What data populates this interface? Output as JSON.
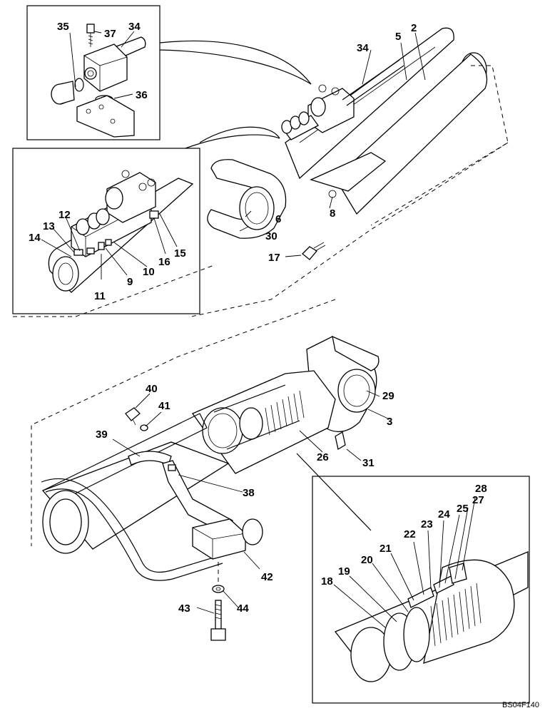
{
  "drawing_code": "BS04F140",
  "callouts": {
    "c2": "2",
    "c3": "3",
    "c5": "5",
    "c6": "6",
    "c8": "8",
    "c9": "9",
    "c10": "10",
    "c11": "11",
    "c12": "12",
    "c13": "13",
    "c14": "14",
    "c15": "15",
    "c16": "16",
    "c17": "17",
    "c18": "18",
    "c19": "19",
    "c20": "20",
    "c21": "21",
    "c22": "22",
    "c23": "23",
    "c24": "24",
    "c25": "25",
    "c26": "26",
    "c27": "27",
    "c28": "28",
    "c29": "29",
    "c30": "30",
    "c31": "31",
    "c34a": "34",
    "c34b": "34",
    "c35": "35",
    "c36": "36",
    "c37": "37",
    "c38": "38",
    "c39": "39",
    "c40": "40",
    "c41": "41",
    "c42": "42",
    "c43": "43",
    "c44": "44"
  }
}
